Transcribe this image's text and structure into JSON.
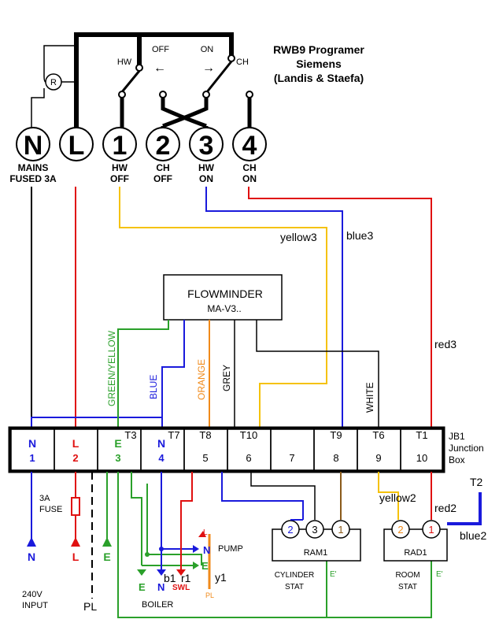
{
  "title": {
    "line1": "RWB9 Programer",
    "line2": "Siemens",
    "line3": "(Landis & Staefa)"
  },
  "programmer": {
    "hw": "HW",
    "ch": "CH",
    "off": "OFF",
    "on": "ON",
    "arrow_left": "←",
    "arrow_right": "→",
    "r": "R",
    "terminals": [
      "N",
      "L",
      "1",
      "2",
      "3",
      "4"
    ],
    "labels_top": [
      "MAINS",
      "",
      "HW",
      "CH",
      "HW",
      "CH"
    ],
    "labels_bottom": [
      "FUSED 3A",
      "",
      "OFF",
      "OFF",
      "ON",
      "ON"
    ]
  },
  "flowminder": {
    "line1": "FLOWMINDER",
    "line2": "MA-V3.."
  },
  "wire_labels": {
    "yellow3": "yellow3",
    "blue3": "blue3",
    "red3": "red3",
    "green_yellow": "GREEN/YELLOW",
    "blue": "BLUE",
    "orange": "ORANGE",
    "grey": "GREY",
    "white": "WHITE",
    "yellow2": "yellow2",
    "red2": "red2",
    "blue2": "blue2",
    "t2": "T2"
  },
  "junction_box": {
    "label1": "JB1",
    "label2": "Junction",
    "label3": "Box",
    "cells": [
      {
        "top": "N",
        "bottom": "1",
        "tag": "",
        "color": "#1a1adc"
      },
      {
        "top": "L",
        "bottom": "2",
        "tag": "",
        "color": "#e01010"
      },
      {
        "top": "E",
        "bottom": "3",
        "tag": "T3",
        "color": "#2aa02a"
      },
      {
        "top": "N",
        "bottom": "4",
        "tag": "T7",
        "color": "#1a1adc"
      },
      {
        "top": "T8",
        "bottom": "5",
        "tag": "",
        "color": "#000000"
      },
      {
        "top": "T10",
        "bottom": "6",
        "tag": "",
        "color": "#000000"
      },
      {
        "top": "",
        "bottom": "7",
        "tag": "",
        "color": "#000000"
      },
      {
        "top": "T9",
        "bottom": "8",
        "tag": "",
        "color": "#000000"
      },
      {
        "top": "T6",
        "bottom": "9",
        "tag": "",
        "color": "#000000"
      },
      {
        "top": "T1",
        "bottom": "10",
        "tag": "",
        "color": "#000000"
      }
    ]
  },
  "supply": {
    "fuse_label1": "3A",
    "fuse_label2": "FUSE",
    "n": "N",
    "l": "L",
    "e": "E",
    "input1": "240V",
    "input2": "INPUT",
    "pl": "PL"
  },
  "boiler": {
    "pump": "PUMP",
    "n": "N",
    "e": "E",
    "l": "L",
    "b1": "b1",
    "r1": "r1",
    "y1": "y1",
    "swl": "SWL",
    "pl": "PL",
    "e2": "E",
    "n2": "N",
    "label": "BOILER"
  },
  "ram1": {
    "terms": [
      "2",
      "3",
      "1"
    ],
    "label": "RAM1",
    "stat1": "CYLINDER",
    "stat2": "STAT",
    "e": "E'"
  },
  "rad1": {
    "terms": [
      "2",
      "1"
    ],
    "label": "RAD1",
    "stat1": "ROOM",
    "stat2": "STAT",
    "e": "E'"
  },
  "colors": {
    "red": "#e01010",
    "blue": "#1a1adc",
    "green": "#2aa02a",
    "yellow": "#f5c20a",
    "orange": "#f08a1a",
    "brown": "#8a5a1a",
    "black": "#000000",
    "grey": "#888888"
  }
}
